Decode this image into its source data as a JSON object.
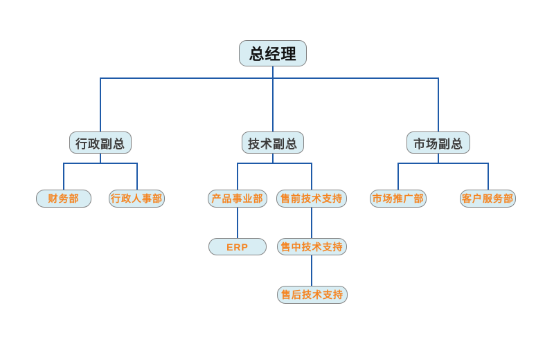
{
  "diagram": {
    "type": "org-chart",
    "colors": {
      "background": "#ffffff",
      "box_fill": "#d8edf3",
      "box_border": "#848484",
      "connector_line": "#1e5aa8",
      "top_text": "#111111",
      "vp_text": "#3a3a3a",
      "dept_text": "#f5831f"
    },
    "nodes": {
      "gm": {
        "label": "总经理"
      },
      "vp_admin": {
        "label": "行政副总"
      },
      "vp_tech": {
        "label": "技术副总"
      },
      "vp_market": {
        "label": "市场副总"
      },
      "finance": {
        "label": "财务部"
      },
      "admin_hr": {
        "label": "行政人事部"
      },
      "product": {
        "label": "产品事业部"
      },
      "presales": {
        "label": "售前技术支持"
      },
      "promo": {
        "label": "市场推广部"
      },
      "service": {
        "label": "客户服务部"
      },
      "erp": {
        "label": "ERP"
      },
      "midsales": {
        "label": "售中技术支持"
      },
      "aftersales": {
        "label": "售后技术支持"
      }
    },
    "hierarchy": [
      {
        "parent": "总经理",
        "child": "行政副总"
      },
      {
        "parent": "总经理",
        "child": "技术副总"
      },
      {
        "parent": "总经理",
        "child": "市场副总"
      },
      {
        "parent": "行政副总",
        "child": "财务部"
      },
      {
        "parent": "行政副总",
        "child": "行政人事部"
      },
      {
        "parent": "技术副总",
        "child": "产品事业部"
      },
      {
        "parent": "技术副总",
        "child": "售前技术支持"
      },
      {
        "parent": "市场副总",
        "child": "市场推广部"
      },
      {
        "parent": "市场副总",
        "child": "客户服务部"
      },
      {
        "parent": "产品事业部",
        "child": "ERP"
      },
      {
        "parent": "售前技术支持",
        "child": "售中技术支持"
      },
      {
        "parent": "售中技术支持",
        "child": "售后技术支持"
      }
    ]
  }
}
